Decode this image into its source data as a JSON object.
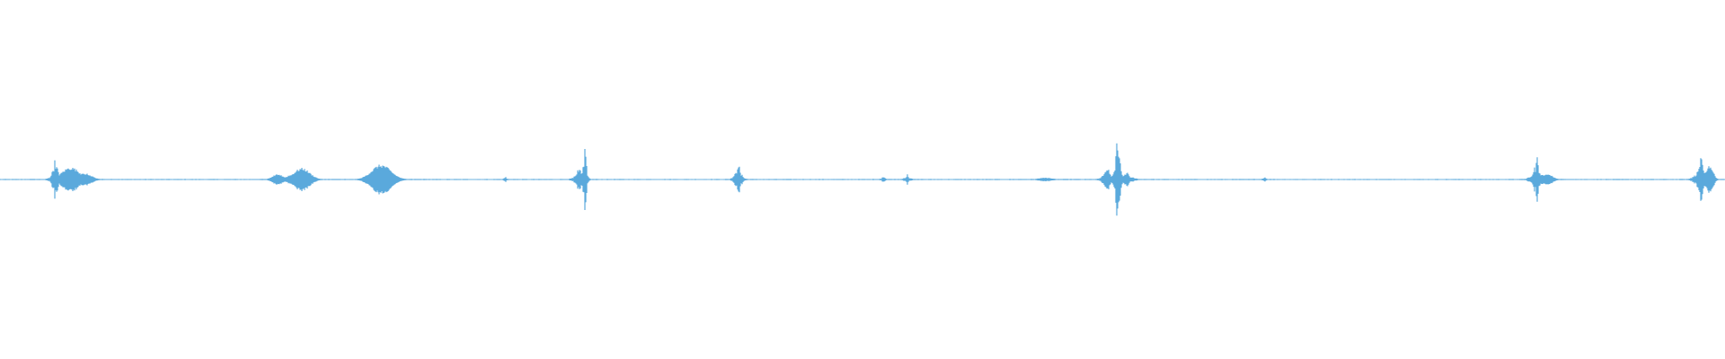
{
  "waveform": {
    "color": "#5aa9dc",
    "background": "#ffffff",
    "duration_units": 1.0,
    "baseline_amplitude": 0.004,
    "bursts": [
      {
        "t": 0.032,
        "amp": 0.16,
        "width": 0.0016,
        "shape": "spiky"
      },
      {
        "t": 0.041,
        "amp": 0.07,
        "width": 0.005,
        "shape": "blob"
      },
      {
        "t": 0.049,
        "amp": 0.035,
        "width": 0.004,
        "shape": "blob"
      },
      {
        "t": 0.161,
        "amp": 0.03,
        "width": 0.003,
        "shape": "blob"
      },
      {
        "t": 0.17,
        "amp": 0.03,
        "width": 0.0035,
        "shape": "blob"
      },
      {
        "t": 0.175,
        "amp": 0.065,
        "width": 0.0045,
        "shape": "blob"
      },
      {
        "t": 0.221,
        "amp": 0.085,
        "width": 0.0055,
        "shape": "blob"
      },
      {
        "t": 0.293,
        "amp": 0.018,
        "width": 0.001,
        "shape": "spiky"
      },
      {
        "t": 0.336,
        "amp": 0.11,
        "width": 0.002,
        "shape": "spiky"
      },
      {
        "t": 0.339,
        "amp": 0.26,
        "width": 0.001,
        "shape": "spiky"
      },
      {
        "t": 0.428,
        "amp": 0.12,
        "width": 0.0016,
        "shape": "spiky"
      },
      {
        "t": 0.512,
        "amp": 0.022,
        "width": 0.0012,
        "shape": "spiky"
      },
      {
        "t": 0.526,
        "amp": 0.03,
        "width": 0.0018,
        "shape": "spiky"
      },
      {
        "t": 0.606,
        "amp": 0.01,
        "width": 0.004,
        "shape": "blob"
      },
      {
        "t": 0.642,
        "amp": 0.11,
        "width": 0.002,
        "shape": "spiky"
      },
      {
        "t": 0.648,
        "amp": 0.38,
        "width": 0.0012,
        "shape": "spiky"
      },
      {
        "t": 0.653,
        "amp": 0.05,
        "width": 0.003,
        "shape": "spiky"
      },
      {
        "t": 0.733,
        "amp": 0.018,
        "width": 0.0012,
        "shape": "spiky"
      },
      {
        "t": 0.891,
        "amp": 0.14,
        "width": 0.0022,
        "shape": "spiky"
      },
      {
        "t": 0.897,
        "amp": 0.03,
        "width": 0.003,
        "shape": "blob"
      },
      {
        "t": 0.986,
        "amp": 0.14,
        "width": 0.0024,
        "shape": "spiky"
      },
      {
        "t": 0.991,
        "amp": 0.08,
        "width": 0.002,
        "shape": "blob"
      }
    ]
  }
}
